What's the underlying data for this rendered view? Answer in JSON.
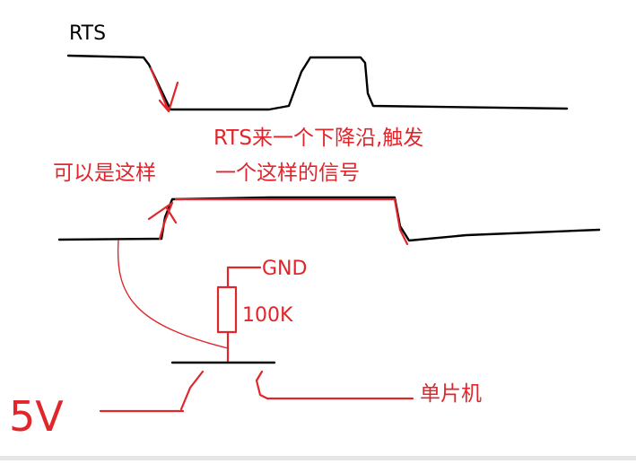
{
  "diagram": {
    "colors": {
      "signal": "#000000",
      "annotation": "#e0262b",
      "background": "#ffffff"
    },
    "labels": {
      "rts": "RTS",
      "trigger_line1": "RTS来一个下降沿,触发",
      "trigger_line2": "一个这样的信号",
      "can_be": "可以是这样",
      "gnd": "GND",
      "resistor": "100K",
      "mcu": "单片机",
      "supply": "5V"
    }
  }
}
